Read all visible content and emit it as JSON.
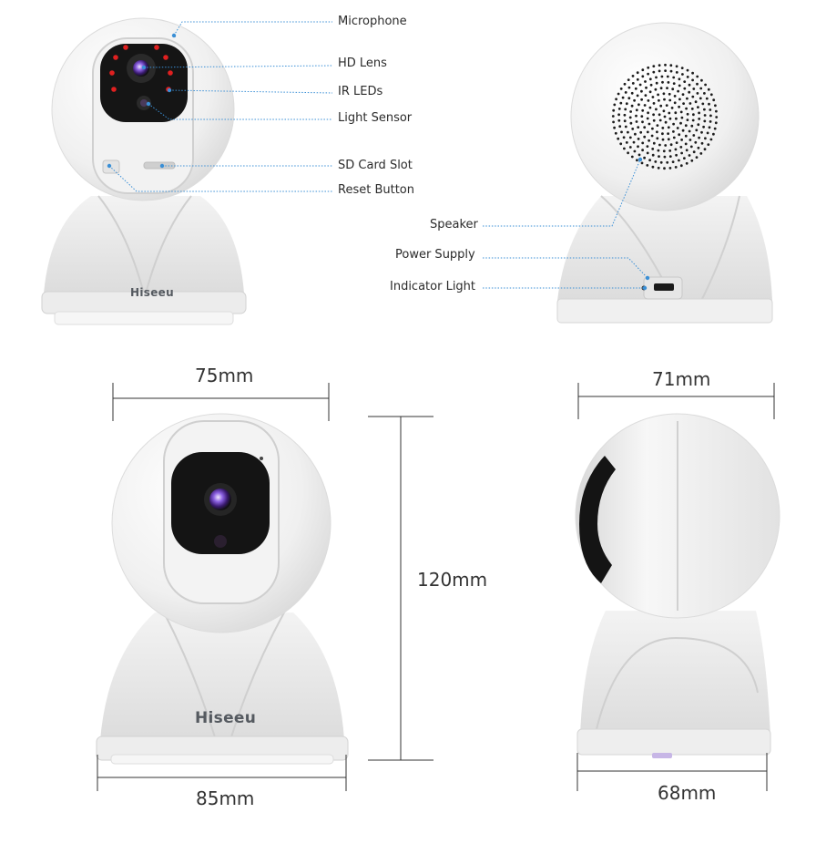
{
  "brand": "Hiseeu",
  "front_callouts": [
    {
      "id": "microphone",
      "label": "Microphone"
    },
    {
      "id": "hd-lens",
      "label": "HD Lens"
    },
    {
      "id": "ir-leds",
      "label": "IR LEDs"
    },
    {
      "id": "light-sensor",
      "label": "Light Sensor"
    },
    {
      "id": "sd-card-slot",
      "label": "SD Card Slot"
    },
    {
      "id": "reset-button",
      "label": "Reset Button"
    }
  ],
  "back_callouts": [
    {
      "id": "speaker",
      "label": "Speaker"
    },
    {
      "id": "power-supply",
      "label": "Power Supply"
    },
    {
      "id": "indicator-light",
      "label": "Indicator Light"
    }
  ],
  "dimensions": {
    "front_top_width": "75mm",
    "side_top_width": "71mm",
    "height": "120mm",
    "front_base_width": "85mm",
    "side_base_width": "68mm"
  },
  "colors": {
    "callout_line": "#3a8fd6",
    "body_white": "#f4f4f4",
    "lens_black": "#141414",
    "ir_led": "#e02020",
    "lens_purple": "#7b4fd0",
    "dimension_line": "#333333"
  }
}
